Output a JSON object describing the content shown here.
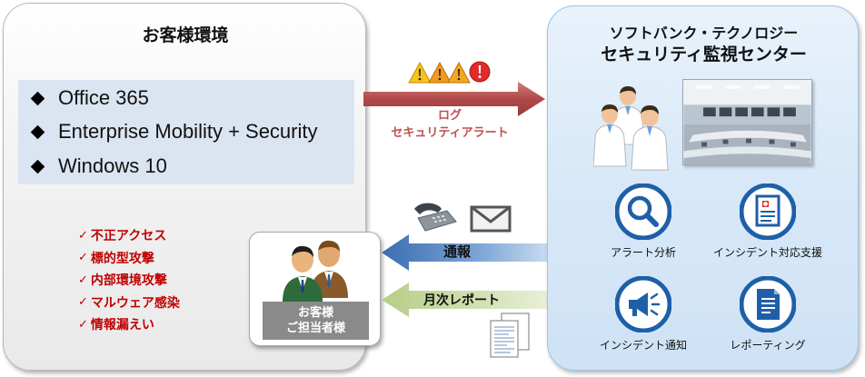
{
  "customer_env": {
    "title": "お客様環境",
    "products": [
      "Office 365",
      "Enterprise Mobility + Security",
      "Windows 10"
    ],
    "threats": [
      "不正アクセス",
      "標的型攻撃",
      "内部環境攻撃",
      "マルウェア感染",
      "情報漏えい"
    ],
    "check_mark": "✓"
  },
  "contact": {
    "label_line1": "お客様",
    "label_line2": "ご担当者様"
  },
  "soc": {
    "title_line1": "ソフトバンク・テクノロジー",
    "title_line2": "セキュリティ監視センター",
    "services": [
      {
        "label": "アラート分析",
        "icon": "magnifier-icon"
      },
      {
        "label": "インシデント対応支援",
        "icon": "medical-clipboard-icon"
      },
      {
        "label": "インシデント通知",
        "icon": "megaphone-icon"
      },
      {
        "label": "レポーティング",
        "icon": "report-document-icon"
      }
    ]
  },
  "flows": {
    "log_line1": "ログ",
    "log_line2": "セキュリティアラート",
    "notify": "通報",
    "monthly_report": "月次レポート"
  },
  "colors": {
    "log_arrow": "#b04a4a",
    "notify_arrow": "#4f81bd",
    "report_arrow": "#c3d69b",
    "threat_text": "#c00000",
    "product_box": "#dbe5f1",
    "soc_panel": "#d7e8f8",
    "service_icon": "#1f5fa8"
  }
}
